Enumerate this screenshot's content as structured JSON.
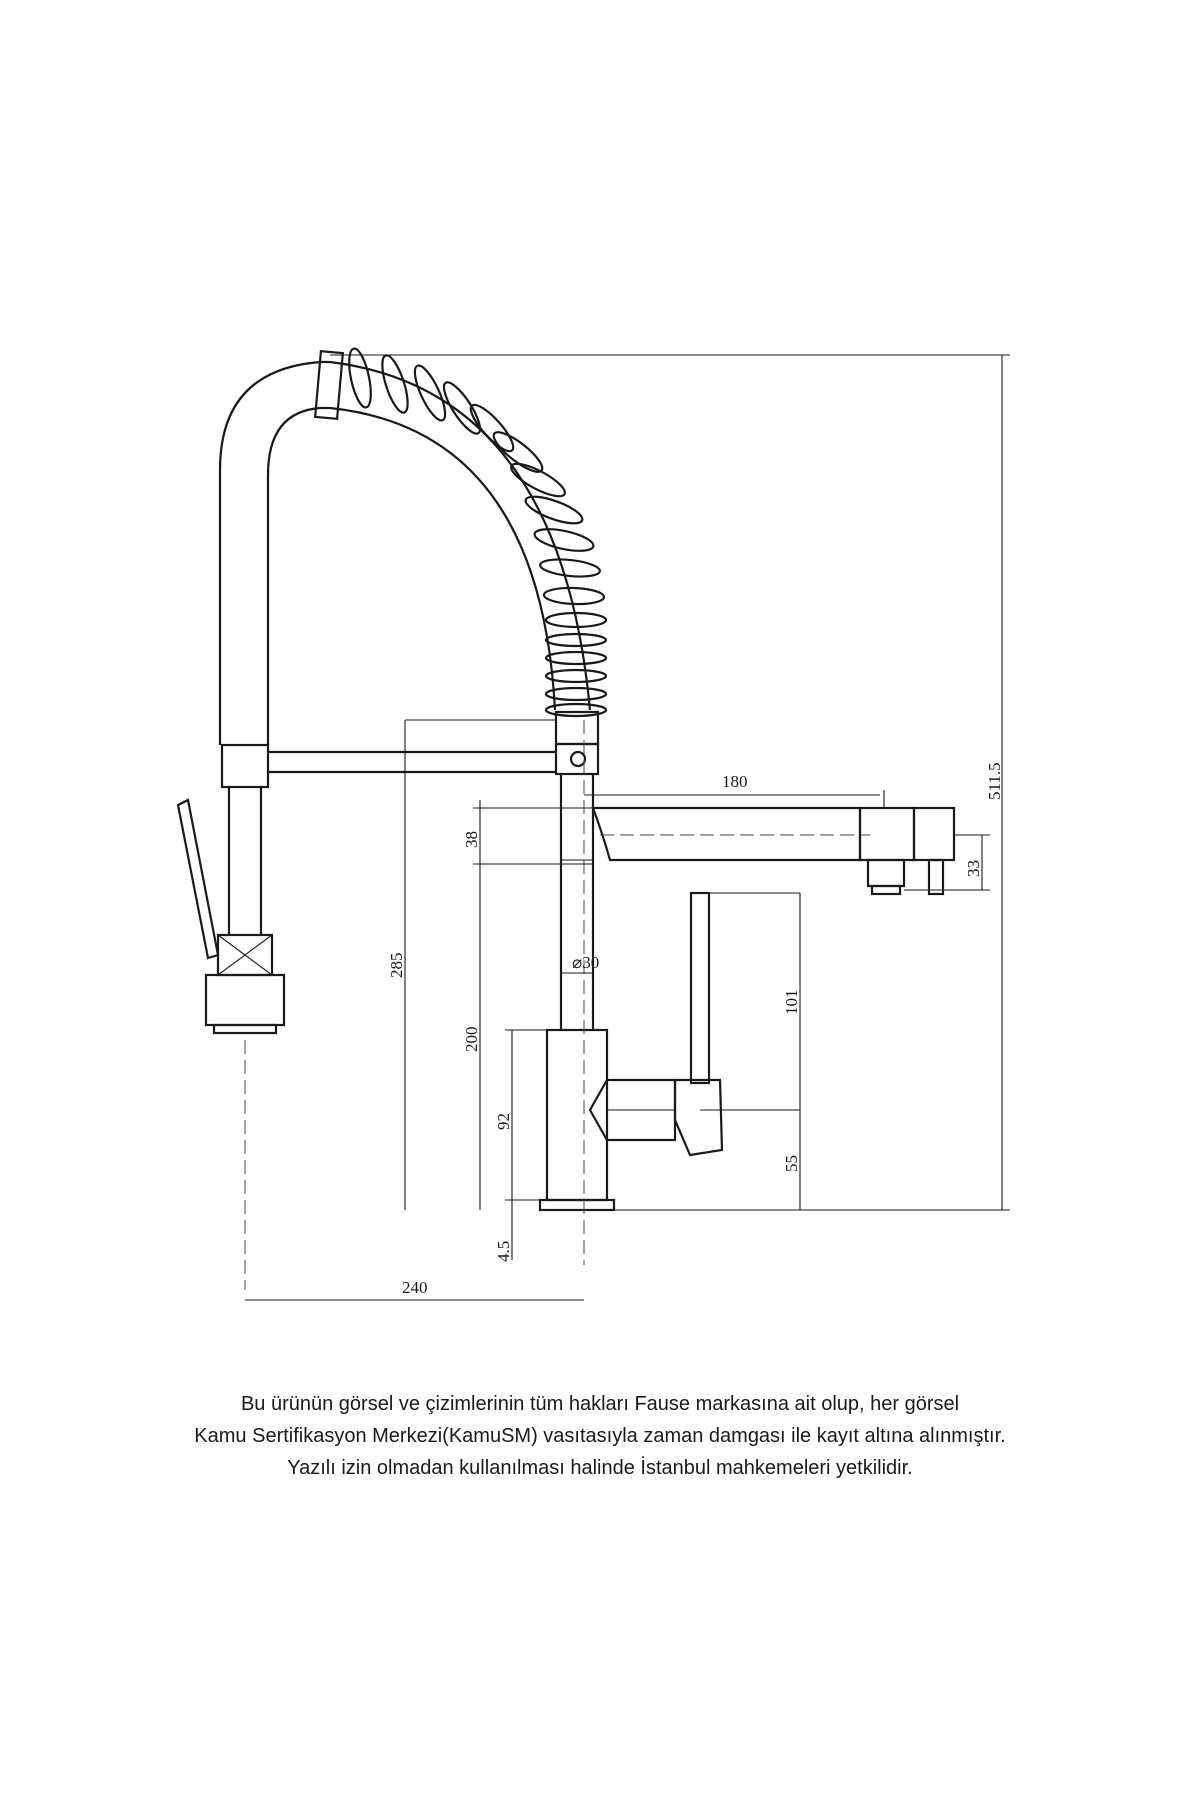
{
  "dimensions": {
    "height_total": "511.5",
    "spout_reach": "180",
    "spout_height": "38",
    "outlet_drop": "33",
    "upper_height": "285",
    "body_diameter": "⌀30",
    "lever_height": "101",
    "mid_height": "200",
    "body_height": "92",
    "handle_height": "55",
    "base_thickness": "4.5",
    "spray_offset": "240"
  },
  "footer": {
    "line1": "Bu ürünün görsel ve çizimlerinin tüm hakları Fause markasına ait olup, her görsel",
    "line2": "Kamu Sertifikasyon Merkezi(KamuSM) vasıtasıyla zaman damgası ile kayıt altına alınmıştır.",
    "line3": "Yazılı izin olmadan kullanılması halinde İstanbul mahkemeleri yetkilidir."
  }
}
